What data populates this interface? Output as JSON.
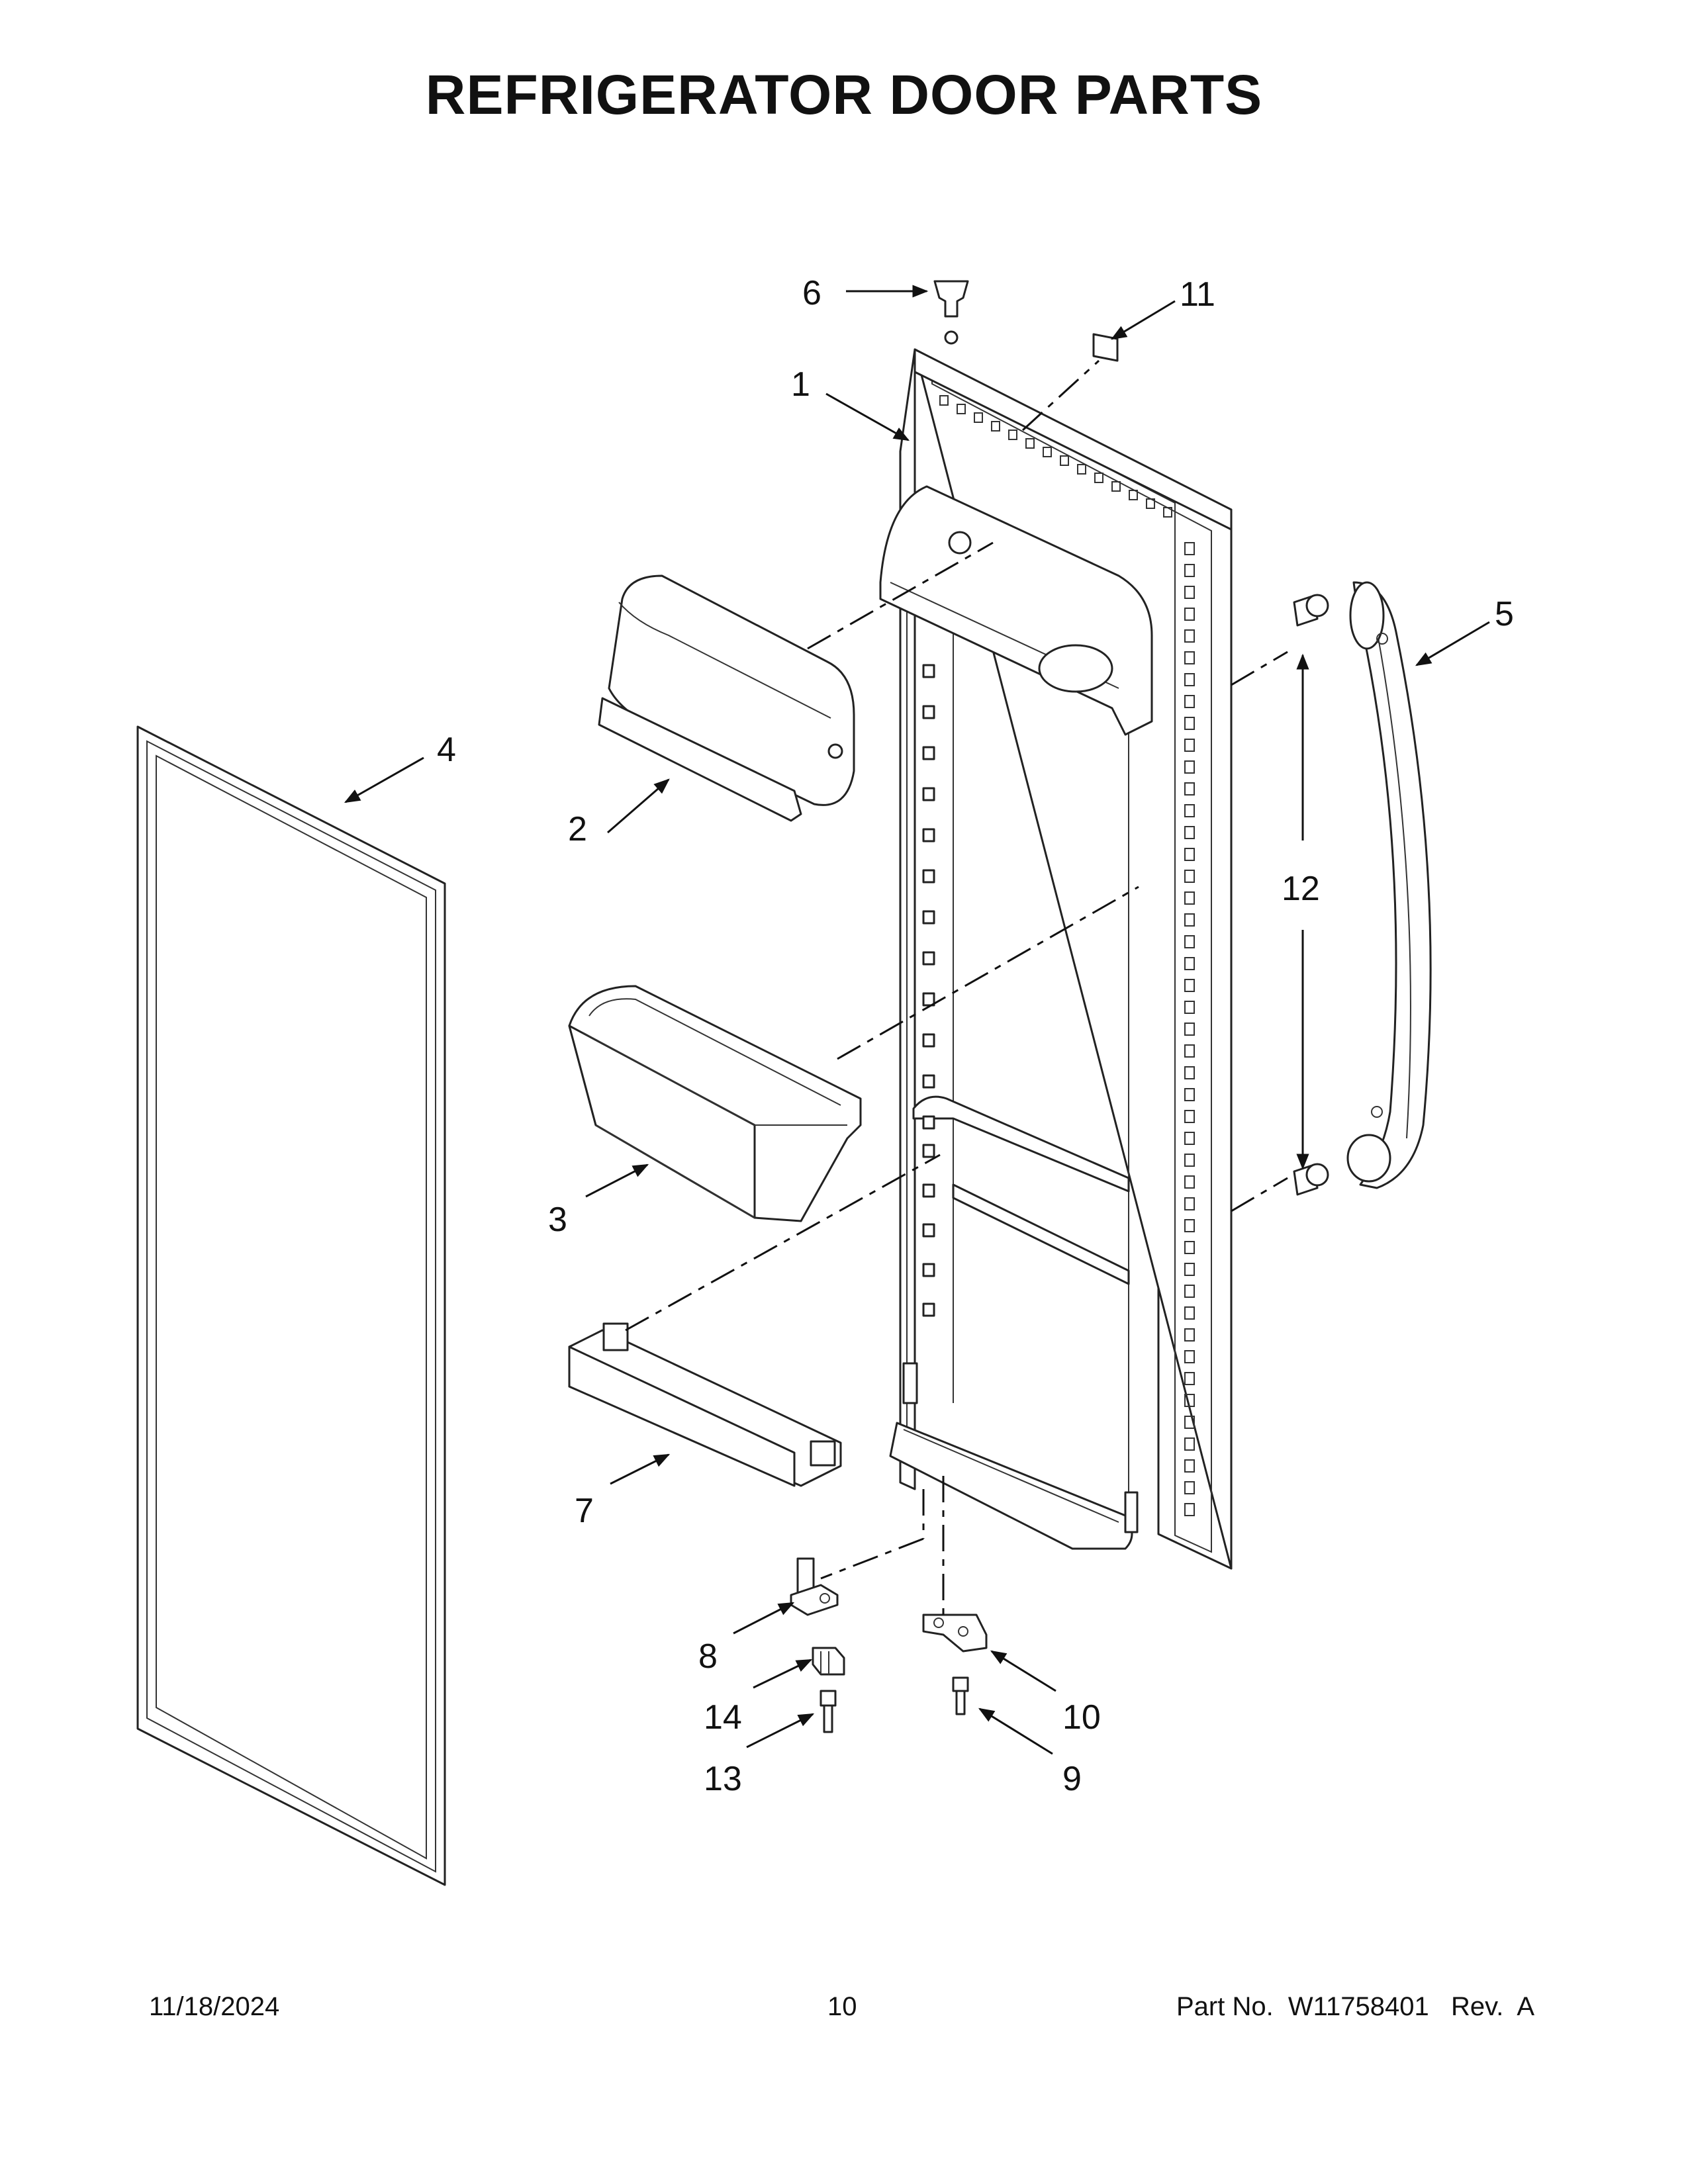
{
  "title": "REFRIGERATOR DOOR PARTS",
  "callouts": {
    "c1": "1",
    "c2": "2",
    "c3": "3",
    "c4": "4",
    "c5": "5",
    "c6": "6",
    "c7": "7",
    "c8": "8",
    "c9": "9",
    "c10": "10",
    "c11": "11",
    "c12": "12",
    "c13": "13",
    "c14": "14"
  },
  "footer": {
    "date": "11/18/2024",
    "page": "10",
    "part": "Part No.  W11758401   Rev.  A"
  }
}
